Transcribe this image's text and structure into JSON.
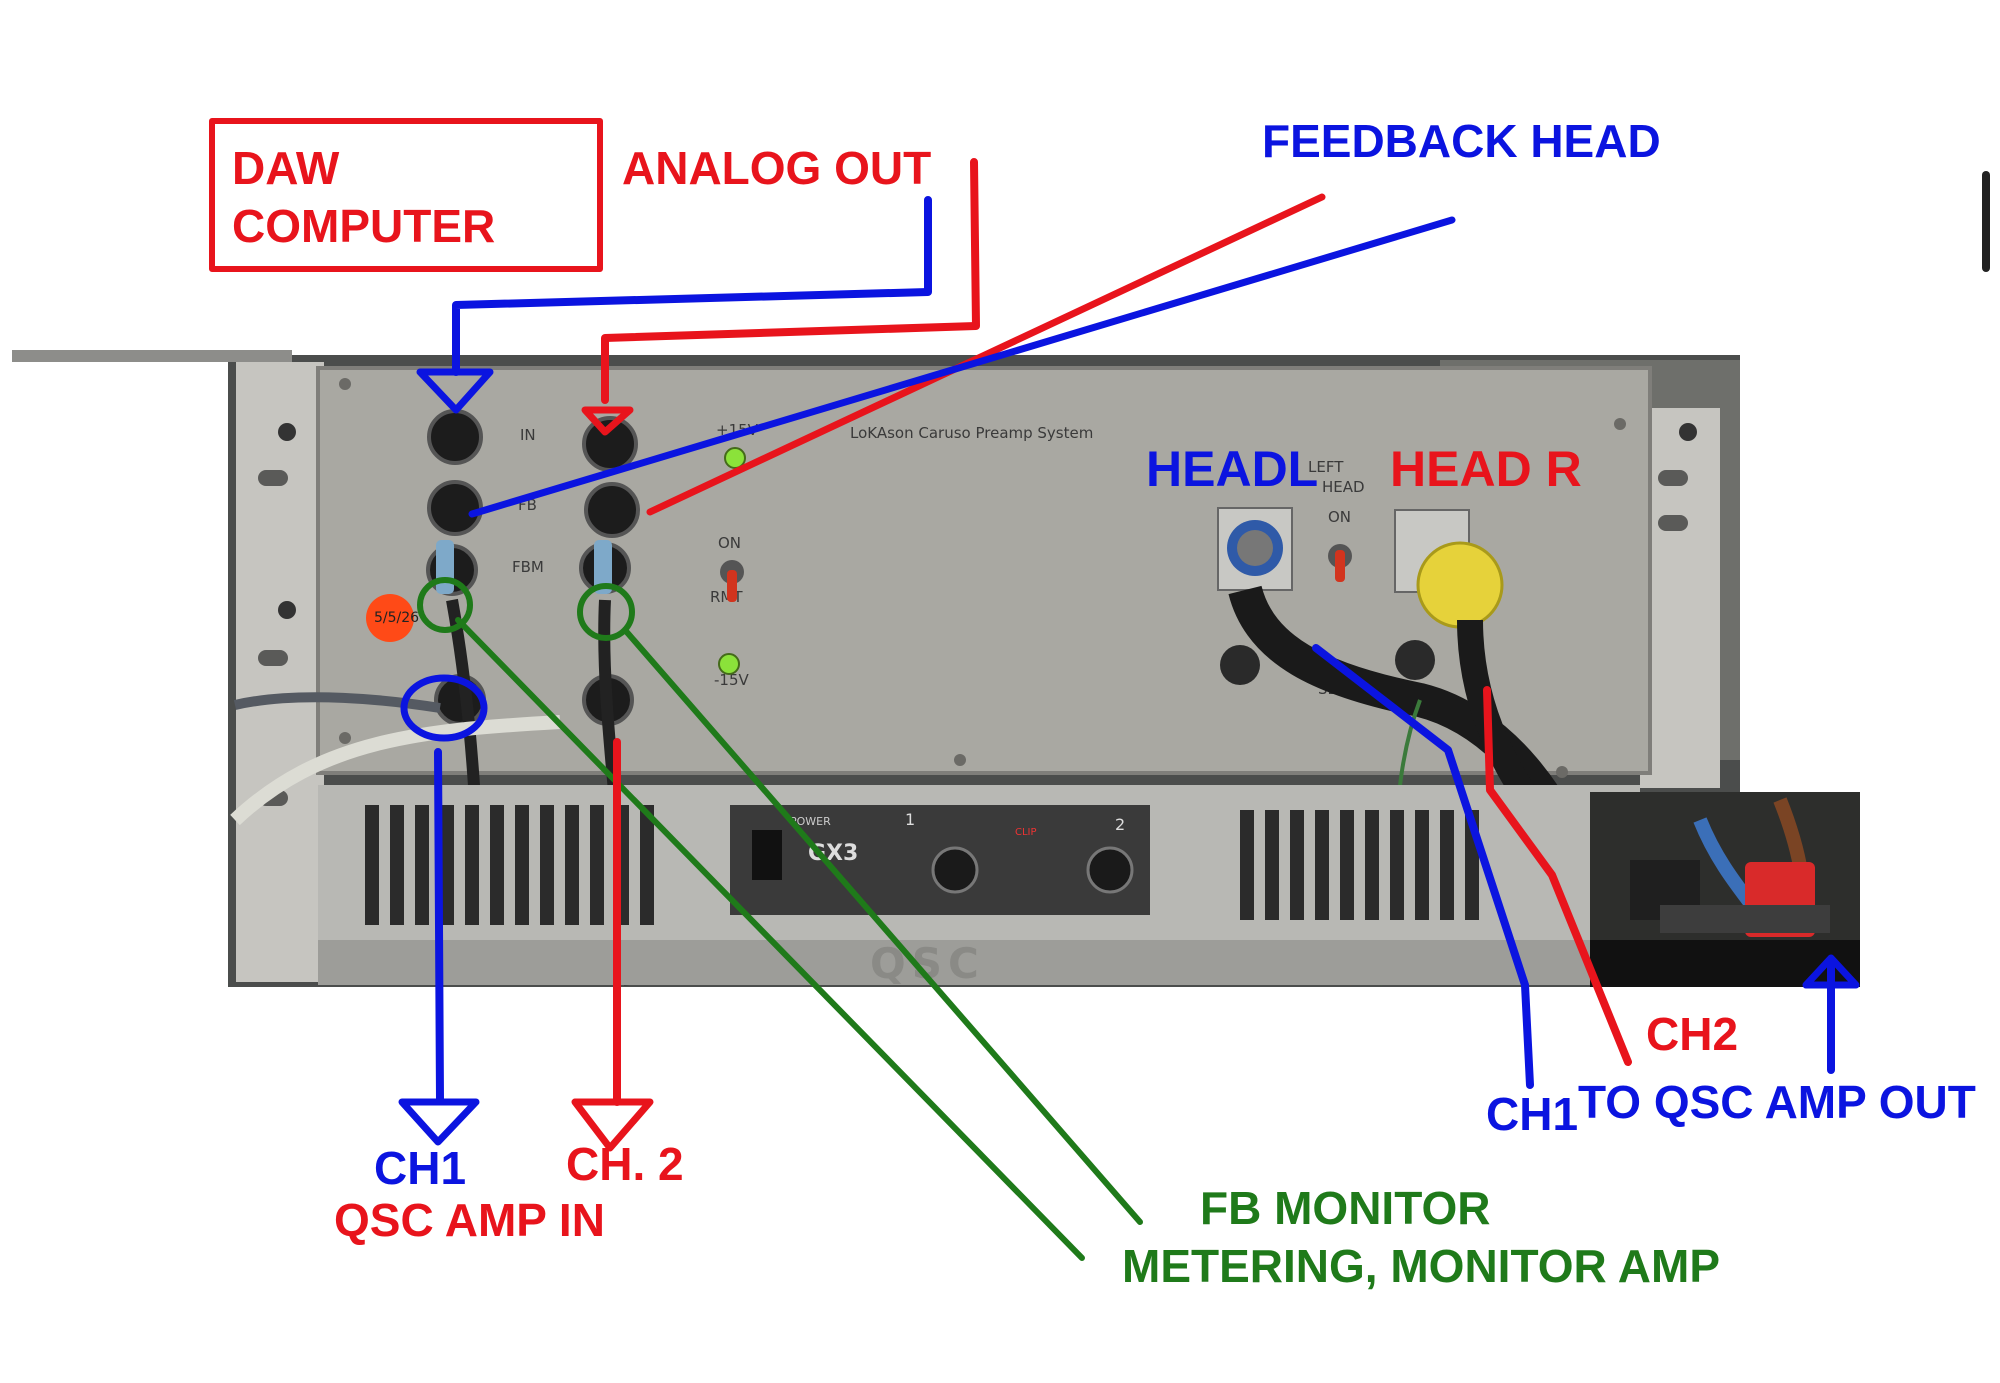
{
  "colors": {
    "red": "#e8141c",
    "blue": "#0b14e0",
    "green": "#1f7a1a",
    "panel": "#a7a6a0",
    "panel_dark": "#8f8e89",
    "rack": "#c9c8c3",
    "amp": "#b9b9b5"
  },
  "icons": {
    "led": "green-led-icon",
    "toggle": "toggle-switch-icon",
    "speakon": "speakon-connector-icon"
  },
  "labels": {
    "daw_line1": "DAW",
    "daw_line2": "COMPUTER",
    "analog_out": "ANALOG OUT",
    "feedback_head": "FEEDBACK HEAD",
    "head_l": "HEADL",
    "head_r": "HEAD R",
    "ch1_in": "CH1",
    "ch2_in": "CH. 2",
    "qsc_amp_in": "QSC AMP IN",
    "fb_monitor": "FB MONITOR",
    "metering": "METERING, MONITOR AMP",
    "ch2_out": "CH2",
    "ch1_out": "CH1",
    "to_qsc_amp_out": "TO QSC AMP OUT"
  },
  "panel_text": {
    "brand": "LoKAson Caruso Preamp System",
    "in": "IN",
    "fb": "FB",
    "fbm": "FBM",
    "on": "ON",
    "rmt": "RMT",
    "minus15v": "-15V",
    "plus15v": "+15V",
    "left": "LEFT",
    "head": "HEAD",
    "head_on": "ON",
    "sb": "SB",
    "sticker": "5/5/26"
  },
  "amp_text": {
    "brand": "QSC",
    "model": "GX3",
    "channel1": "1",
    "channel2": "2",
    "clip": "CLIP",
    "power": "POWER"
  }
}
